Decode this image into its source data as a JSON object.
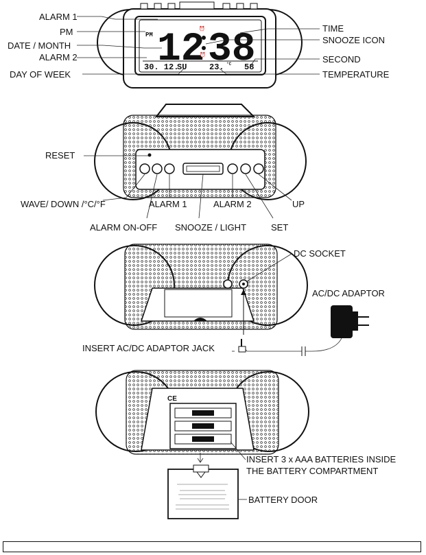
{
  "display": {
    "pm": "PM",
    "hour": "12",
    "minute": "38",
    "date": "30. 12.",
    "weekday": "SU",
    "temperature": "23.",
    "temp_unit": "°C",
    "second": "58"
  },
  "front_labels": {
    "alarm1": "ALARM 1",
    "pm": "PM",
    "date_month": "DATE / MONTH",
    "alarm2": "ALARM 2",
    "day_of_week": "DAY OF WEEK",
    "time": "TIME",
    "snooze_icon": "SNOOZE ICON",
    "second": "SECOND",
    "temperature": "TEMPERATURE"
  },
  "top_labels": {
    "reset": "RESET",
    "wave_down": "WAVE/ DOWN /°C/°F",
    "alarm1": "ALARM 1",
    "alarm2": "ALARM 2",
    "up": "UP",
    "alarm_on_off": "ALARM ON-OFF",
    "snooze_light": "SNOOZE / LIGHT",
    "set": "SET"
  },
  "back_labels": {
    "dc_socket": "DC SOCKET",
    "adaptor": "AC/DC ADAPTOR",
    "insert_jack": "INSERT AC/DC ADAPTOR JACK"
  },
  "bottom_labels": {
    "batteries_line1": "INSERT 3 x AAA BATTERIES INSIDE",
    "batteries_line2": "THE BATTERY COMPARTMENT",
    "battery_door": "BATTERY DOOR"
  },
  "ce_mark": "CE"
}
